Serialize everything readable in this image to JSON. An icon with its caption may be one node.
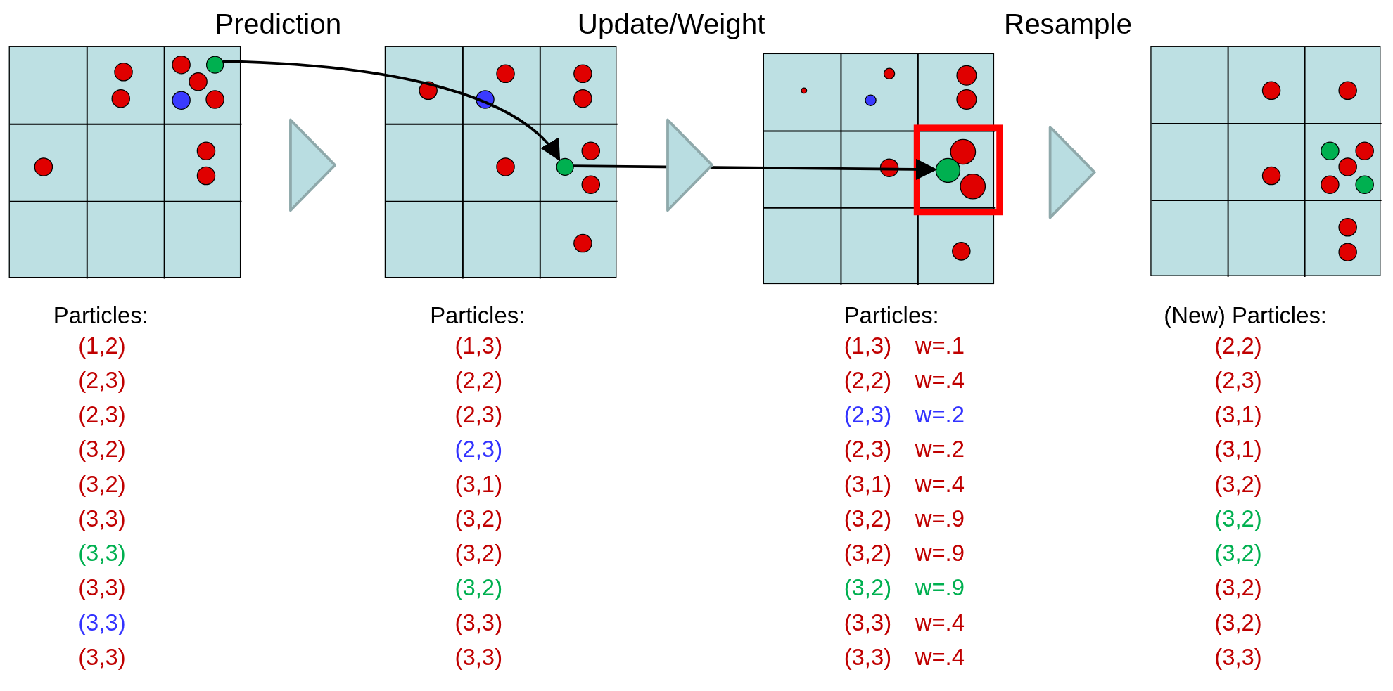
{
  "diagram": {
    "nodes": [
      {
        "text": [],
        "shape": "box"
      },
      {
        "text": [],
        "shape": "box"
      },
      {
        "text": [],
        "shape": "box"
      },
      {
        "text": [],
        "shape": "box"
      },
      {
        "text": [],
        "shape": "circle",
        "in": 0
      },
      {
        "text": [],
        "shape": "circle",
        "in": 1
      },
      {
        "text": [],
        "shape": "circle",
        "in": 2
      }
    ],
    "edges": [
      {
        "from": 4,
        "to": 5,
        "arrow": "to"
      },
      {
        "from": 5,
        "to": 6,
        "arrow": "to"
      },
      {
        "from": 0,
        "to": 1,
        "arrow": "to"
      },
      {
        "from": 1,
        "to": 2,
        "arrow": "to"
      },
      {
        "from": 2,
        "to": 3,
        "arrow": "to"
      }
    ],
    "labels": [
      "Prediction",
      "Update/Weight",
      "Resample",
      "Particles:",
      "Particles:",
      "Particles:",
      "(New) Particles:",
      "(1,2)",
      "(1,3)",
      "(1,3)",
      "w=.1",
      "(2,2)",
      "(2,3)",
      "(2,2)",
      "(2,2)",
      "w=.4",
      "(2,3)",
      "(2,3)",
      "(2,3)",
      "(2,3)",
      "w=.2",
      "(3,1)",
      "(3,2)",
      "(2,3)",
      "(2,3)",
      "w=.2",
      "(3,1)",
      "(3,2)",
      "(3,1)",
      "(3,1)",
      "w=.4",
      "(3,2)",
      "(3,3)",
      "(3,2)",
      "(3,2)",
      "w=.9",
      "(3,2)",
      "(3,3)",
      "(3,2)",
      "(3,2)",
      "w=.9",
      "(3,2)",
      "(3,3)",
      "(3,2)",
      "(3,2)",
      "w=.9",
      "(3,2)",
      "(3,3)",
      "(3,3)",
      "(3,3)",
      "w=.4",
      "(3,2)",
      "(3,3)",
      "(3,3)",
      "(3,3)",
      "w=.4",
      "(3,3)"
    ]
  }
}
